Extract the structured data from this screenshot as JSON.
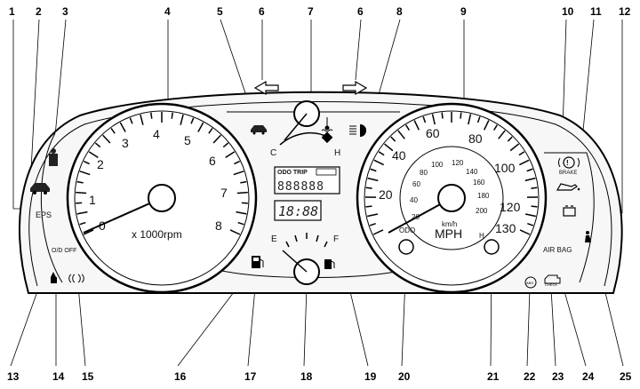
{
  "callouts": {
    "top": [
      "1",
      "2",
      "3",
      "4",
      "5",
      "6",
      "7",
      "6",
      "8",
      "9",
      "10",
      "11",
      "12"
    ],
    "bottom": [
      "13",
      "14",
      "15",
      "16",
      "17",
      "18",
      "19",
      "20",
      "21",
      "22",
      "23",
      "24",
      "25"
    ]
  },
  "tachometer": {
    "numbers": [
      "0",
      "1",
      "2",
      "3",
      "4",
      "5",
      "6",
      "7",
      "8"
    ],
    "unit": "x 1000rpm"
  },
  "speedometer": {
    "mph_numbers": [
      "20",
      "40",
      "60",
      "80",
      "100",
      "120",
      "130"
    ],
    "kmh_numbers": [
      "20",
      "40",
      "60",
      "80",
      "100",
      "120",
      "140",
      "160",
      "180",
      "200"
    ],
    "kmh_label": "km/h",
    "mph_label": "MPH",
    "odo_label": "ODO"
  },
  "center": {
    "temp_cold": "C",
    "temp_hot": "H",
    "fuel_empty": "E",
    "fuel_full": "F",
    "odo_trip": "ODO TRIP",
    "odo_digits": "888888",
    "clock": "18:88"
  },
  "indicators": {
    "eps": "EPS",
    "od_off": "O/D OFF",
    "brake": "BRAKE",
    "air_bag": "AIR BAG",
    "abs": "ABS",
    "check": "CHECK",
    "h_mark": "H"
  }
}
